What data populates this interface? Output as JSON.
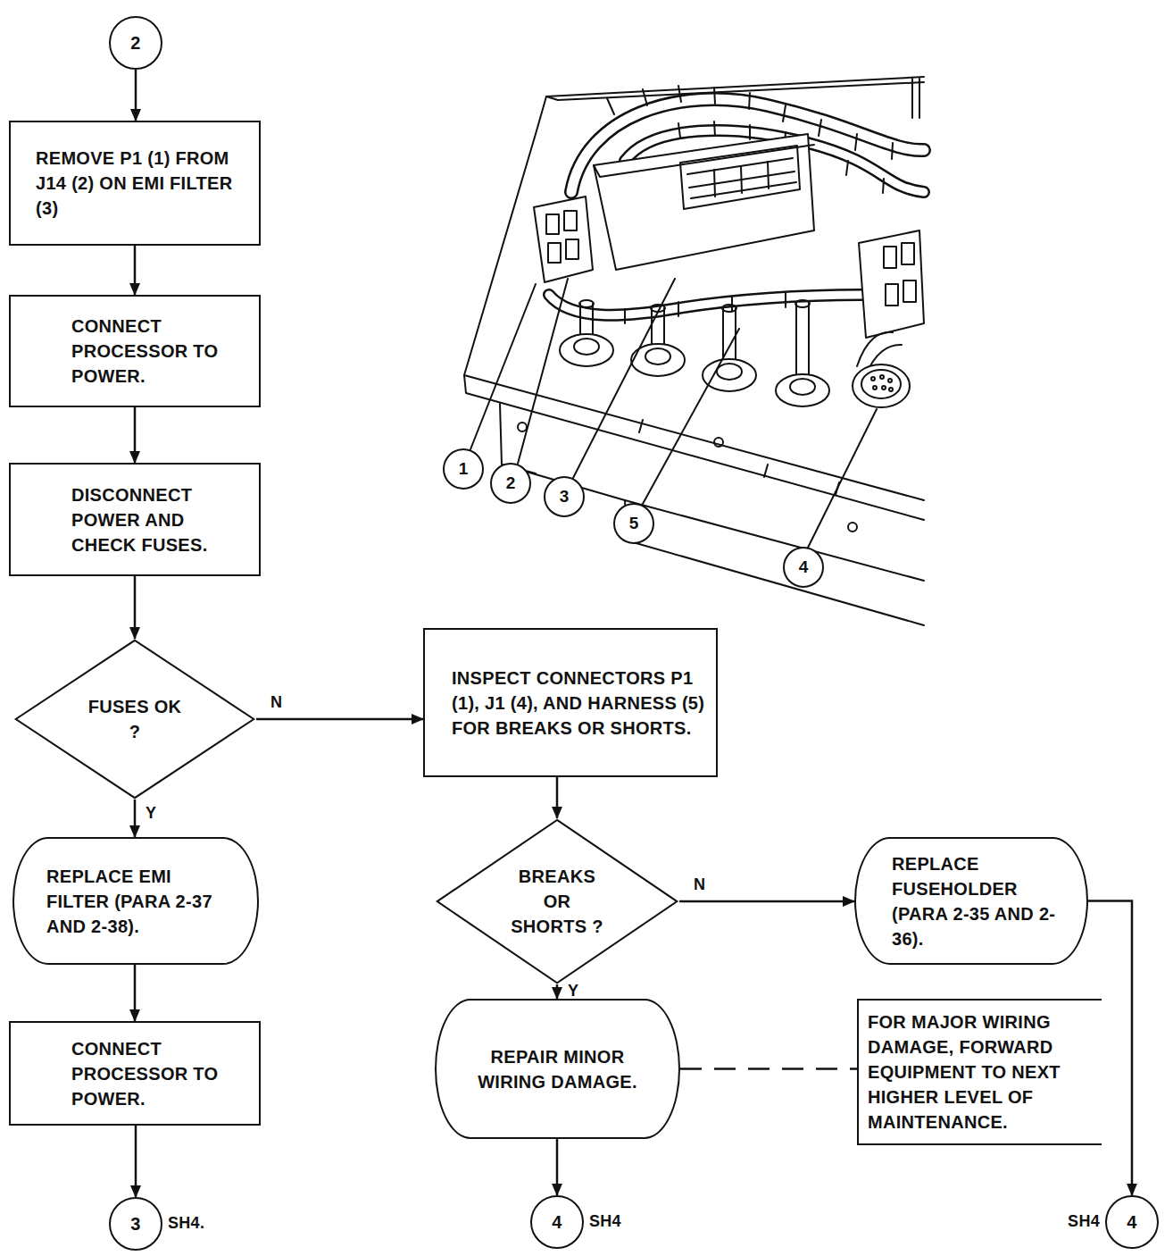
{
  "diagram": {
    "nodes": [
      {
        "text": [
          "2"
        ]
      },
      {
        "text": [
          "REMOVE P1 (1) FROM J14 (2) ON EMI FILTER (3)"
        ]
      },
      {
        "text": [
          "CONNECT PROCESSOR TO POWER."
        ]
      },
      {
        "text": [
          "DISCONNECT POWER AND CHECK FUSES."
        ]
      },
      {
        "text": [
          "FUSES OK ?"
        ]
      },
      {
        "text": [
          "INSPECT CONNECTORS P1 (1), J1 (4), AND HARNESS (5) FOR BREAKS OR SHORTS."
        ]
      },
      {
        "text": [
          "REPLACE EMI FILTER (PARA 2-37 AND 2-38)."
        ]
      },
      {
        "text": [
          "BREAKS OR SHORTS ?"
        ]
      },
      {
        "text": [
          "REPLACE FUSEHOLDER (PARA 2-35 AND 2-36)."
        ]
      },
      {
        "text": [
          "CONNECT PROCESSOR TO POWER."
        ]
      },
      {
        "text": [
          "REPAIR MINOR WIRING DAMAGE."
        ]
      },
      {
        "text": [
          "FOR MAJOR WIRING DAMAGE, FORWARD EQUIPMENT TO NEXT HIGHER LEVEL OF MAINTENANCE."
        ]
      },
      {
        "text": [
          "3",
          "SH4."
        ]
      },
      {
        "text": [
          "4",
          "SH4"
        ]
      },
      {
        "text": [
          "4",
          "SH4"
        ]
      }
    ],
    "edges": [
      {
        "from": 0,
        "to": 1,
        "arrow": "to"
      },
      {
        "from": 1,
        "to": 2,
        "arrow": "to"
      },
      {
        "from": 2,
        "to": 3,
        "arrow": "to"
      },
      {
        "from": 3,
        "to": 4,
        "arrow": "to"
      },
      {
        "from": 4,
        "to": 5,
        "label": "N",
        "arrow": "to"
      },
      {
        "from": 4,
        "to": 6,
        "label": "Y",
        "arrow": "to"
      },
      {
        "from": 5,
        "to": 7,
        "arrow": "to"
      },
      {
        "from": 6,
        "to": 9,
        "arrow": "to"
      },
      {
        "from": 7,
        "to": 8,
        "label": "N",
        "arrow": "to"
      },
      {
        "from": 7,
        "to": 10,
        "label": "Y",
        "arrow": "to"
      },
      {
        "from": 9,
        "to": 12,
        "arrow": "to"
      },
      {
        "from": 10,
        "to": 13,
        "arrow": "to"
      },
      {
        "from": 8,
        "to": 14,
        "arrow": "to"
      },
      {
        "from": 10,
        "to": 11,
        "arrow": "none"
      }
    ],
    "labels": [
      "1",
      "2",
      "3",
      "5",
      "4"
    ]
  }
}
